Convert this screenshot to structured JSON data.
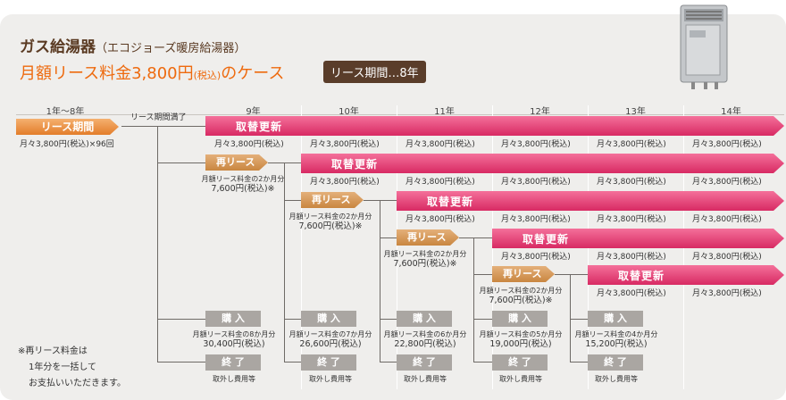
{
  "title": {
    "main": "ガス給湯器",
    "sub": "（エコジョーズ暖房給湯器）"
  },
  "headline": {
    "main": "月額リース料金3,800円",
    "tax": "(税込)",
    "suffix": "のケース"
  },
  "period_badge": "リース期間…8年",
  "years": [
    "1年～8年",
    "9年",
    "10年",
    "11年",
    "12年",
    "13年",
    "14年"
  ],
  "lease_bar": "リース期間",
  "lease_end_label": "リース期間満了",
  "lease_fee": "月々3,800円(税込)×96回",
  "replace_label": "取替更新",
  "monthly_fee": "月々3,800円(税込)",
  "re_lease": {
    "label": "再リース",
    "note": "月額リース料金の2か月分",
    "amount": "7,600円(税込)※"
  },
  "purchase": {
    "label": "購 入",
    "items": [
      {
        "note": "月額リース料金の8か月分",
        "amount": "30,400円(税込)"
      },
      {
        "note": "月額リース料金の7か月分",
        "amount": "26,600円(税込)"
      },
      {
        "note": "月額リース料金の6か月分",
        "amount": "22,800円(税込)"
      },
      {
        "note": "月額リース料金の5か月分",
        "amount": "19,000円(税込)"
      },
      {
        "note": "月額リース料金の4か月分",
        "amount": "15,200円(税込)"
      }
    ]
  },
  "end": {
    "label": "終 了",
    "note": "取外し費用等"
  },
  "footnote": [
    "※再リース料金は",
    "1年分を一括して",
    "お支払いいただきます。"
  ],
  "colors": {
    "pink": "#d82a63",
    "orange": "#e37d2a",
    "tan": "#c98640",
    "gray": "#aaa6a2",
    "title_brown": "#5a3a22",
    "headline_orange": "#ee6a0e"
  }
}
